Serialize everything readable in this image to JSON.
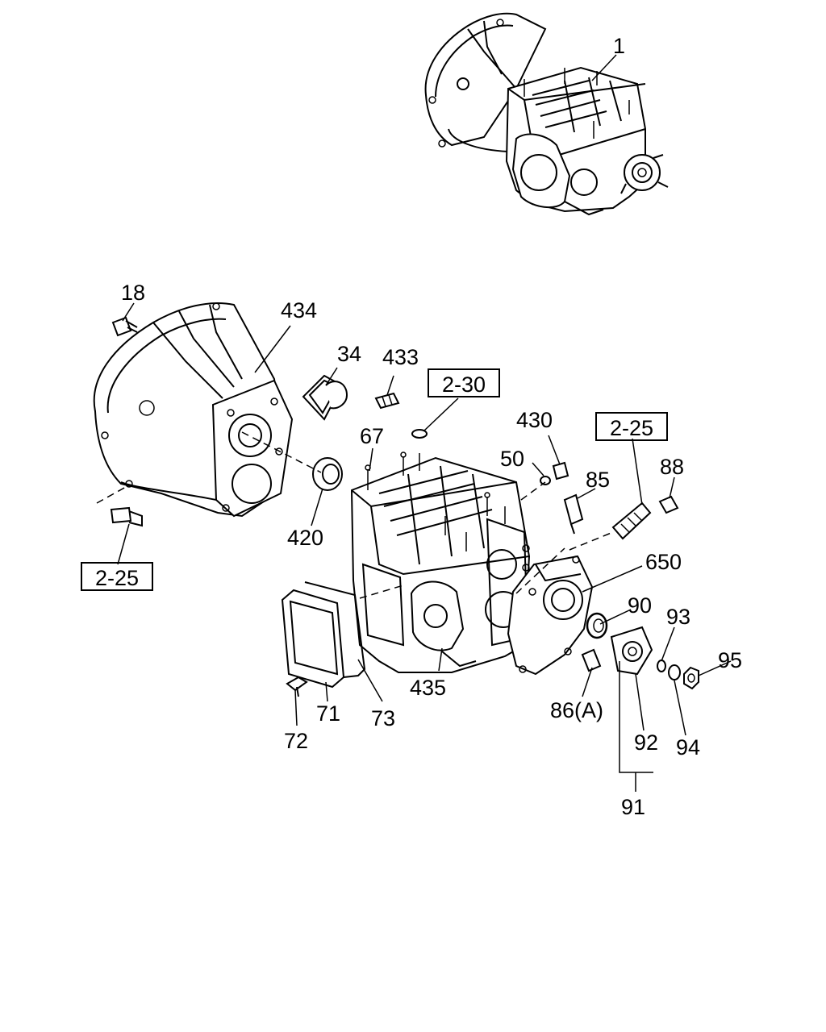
{
  "callouts": {
    "c1": "1",
    "c18": "18",
    "c434": "434",
    "c34": "34",
    "c433": "433",
    "c67": "67",
    "c420": "420",
    "c50": "50",
    "c430": "430",
    "c85": "85",
    "c88": "88",
    "c650": "650",
    "c90": "90",
    "c93": "93",
    "c95": "95",
    "c94": "94",
    "c92": "92",
    "c91": "91",
    "c86a": "86(A)",
    "c435": "435",
    "c71": "71",
    "c72": "72",
    "c73": "73"
  },
  "references": {
    "ref_2_30": "2-30",
    "ref_2_25_top": "2-25",
    "ref_2_25_left": "2-25"
  }
}
